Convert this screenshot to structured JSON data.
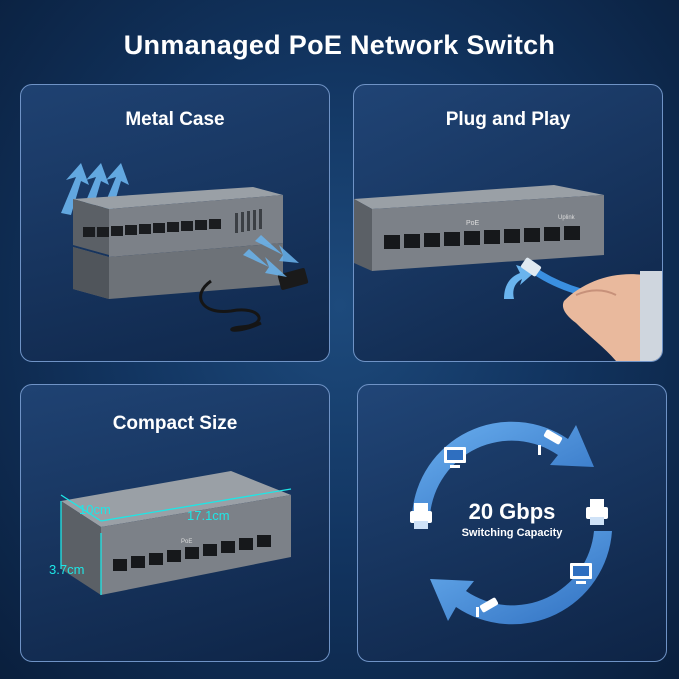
{
  "title": "Unmanaged PoE Network Switch",
  "panels": {
    "metal_case": {
      "title": "Metal Case"
    },
    "plug_and_play": {
      "title": "Plug and Play"
    },
    "compact_size": {
      "title": "Compact Size",
      "depth": "10cm",
      "width": "17.1cm",
      "height": "3.7cm"
    },
    "switching": {
      "value": "20 Gbps",
      "label": "Switching Capacity"
    }
  },
  "device_labels": {
    "poe": "PoE",
    "uplink": "Uplink"
  },
  "colors": {
    "accent": "#1ee6e6",
    "arrow": "#5aa8e8",
    "switch_body": "#7a7f86"
  },
  "icons": [
    "monitor-icon",
    "cctv-camera-icon",
    "printer-icon"
  ]
}
